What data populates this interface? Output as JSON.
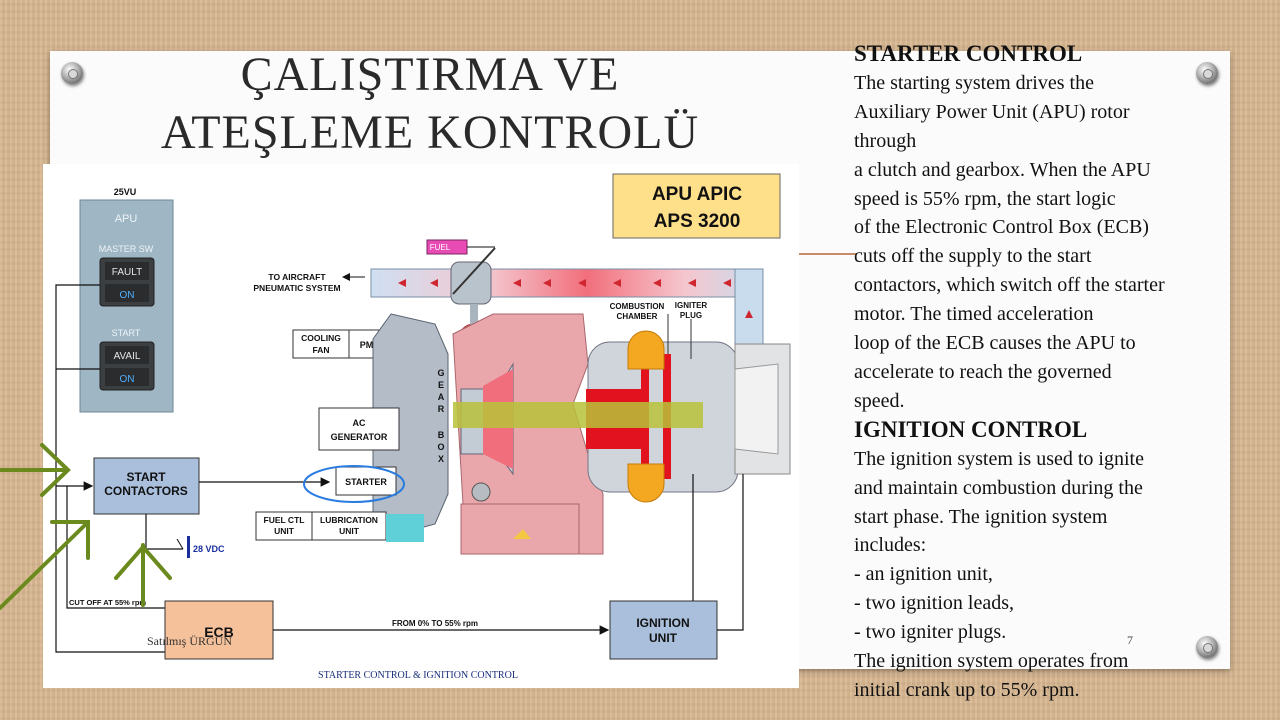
{
  "title": {
    "line1": "ÇALIŞTIRMA VE",
    "line2": "ATEŞLEME KONTROLÜ"
  },
  "diagram": {
    "panel_label": "25VU",
    "apu_label": "APU",
    "master_sw_label": "MASTER SW",
    "fault_label": "FAULT",
    "fault_on_label": "ON",
    "start_label": "START",
    "avail_label": "AVAIL",
    "avail_on_label": "ON",
    "apic_line1": "APU APIC",
    "apic_line2": "APS 3200",
    "fuel_label": "FUEL",
    "aircraft_line1": "TO AIRCRAFT",
    "aircraft_line2": "PNEUMATIC SYSTEM",
    "cooling_line1": "COOLING",
    "cooling_line2": "FAN",
    "pmg_label": "PMG",
    "ac_gen_line1": "AC",
    "ac_gen_line2": "GENERATOR",
    "gearbox_letters": [
      "G",
      "E",
      "A",
      "R",
      "B",
      "O",
      "X"
    ],
    "combustion_line1": "COMBUSTION",
    "combustion_line2": "CHAMBER",
    "igniter_line1": "IGNITER",
    "igniter_line2": "PLUG",
    "start_contactors_line1": "START",
    "start_contactors_line2": "CONTACTORS",
    "starter_label": "STARTER",
    "fuel_ctl_line1": "FUEL CTL",
    "fuel_ctl_line2": "UNIT",
    "lubrication_line1": "LUBRICATION",
    "lubrication_line2": "UNIT",
    "vdc_label": "28 VDC",
    "cutoff_label": "CUT OFF AT 55% rpm",
    "ecb_label": "ECB",
    "from_label": "FROM 0% TO 55% rpm",
    "ignition_unit_line1": "IGNITION",
    "ignition_unit_line2": "UNIT",
    "caption": "STARTER CONTROL & IGNITION CONTROL"
  },
  "author": "Satılmış ÜRGÜN",
  "page_number": "7",
  "right_text": {
    "lines": [
      {
        "text": "STARTER CONTROL",
        "heading": true
      },
      {
        "text": "The starting system drives the"
      },
      {
        "text": "Auxiliary Power Unit (APU) rotor"
      },
      {
        "text": "through"
      },
      {
        "text": "a clutch and gearbox. When the APU"
      },
      {
        "text": "speed is 55% rpm, the start logic"
      },
      {
        "text": "of the Electronic Control Box (ECB)"
      },
      {
        "text": "cuts off the supply to the start"
      },
      {
        "text": "contactors, which switch off the starter"
      },
      {
        "text": "motor. The timed acceleration"
      },
      {
        "text": "loop of the ECB causes the APU to"
      },
      {
        "text": "accelerate to reach the governed"
      },
      {
        "text": "speed."
      },
      {
        "text": "IGNITION CONTROL",
        "heading": true
      },
      {
        "text": "The ignition system is used to ignite"
      },
      {
        "text": "and maintain combustion during the"
      },
      {
        "text": "start phase. The ignition system"
      },
      {
        "text": "includes:"
      },
      {
        "text": "- an ignition unit,"
      },
      {
        "text": "- two ignition leads,"
      },
      {
        "text": "- two igniter plugs."
      },
      {
        "text": "The ignition system operates from"
      },
      {
        "text": "initial crank up to 55% rpm."
      }
    ]
  },
  "colors": {
    "slide": "#fbfbfb",
    "annotation_green": "#6b8a1e",
    "annotation_blue": "#2a7be0",
    "apic_box": "#ffe08a",
    "panel": "#9fb6c4"
  }
}
